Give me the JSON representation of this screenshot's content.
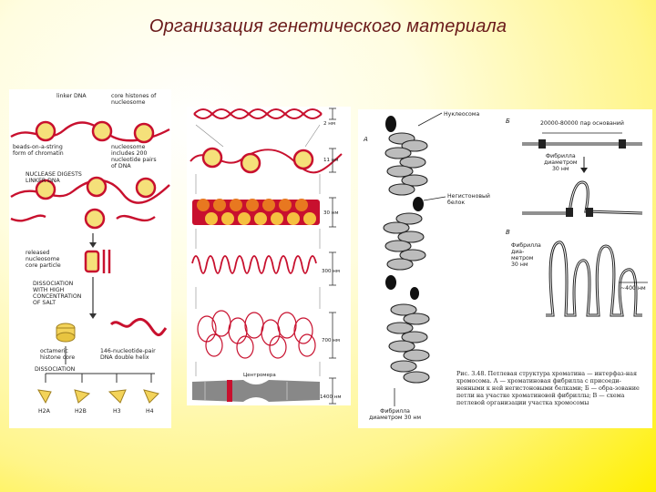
{
  "title": "Организация генетического материала",
  "left_panel": {
    "labels": {
      "linker_dna": "linker DNA",
      "core_histones": "core histones of\nnucleosome",
      "beads_on_string": "beads-on-a-string\nform of chromatin",
      "nucleosome_200": "nucleosome\nincludes 200\nnucleotide pairs\nof DNA",
      "nuclease": "NUCLEASE DIGESTS\nLINKER DNA",
      "released": "released\nnucleosome\ncore particle",
      "dissociation_salt": "DISSOCIATION\nWITH HIGH\nCONCENTRATION\nOF SALT",
      "octameric": "octameric\nhistone core",
      "bp_dna": "146-nucleotide-pair\nDNA double helix",
      "dissociation": "DISSOCIATION",
      "h2a": "H2A",
      "h2b": "H2B",
      "h3": "H3",
      "h4": "H4"
    }
  },
  "mid_panel": {
    "scale_labels": [
      "2 нм",
      "11 нм",
      "30 нм",
      "300 нм",
      "700 нм",
      "1400 нм"
    ],
    "centromere": "Центромера"
  },
  "right_panel": {
    "labels": {
      "a": "А",
      "b": "Б",
      "v": "В",
      "nucleosome": "Нуклеосома",
      "nonhistone": "Негистоновый\nбелок",
      "pairs": "20000-80000 пар оснований",
      "fibril_30_top": "Фибрилла\nдиаметром\n30 нм",
      "fibril_30_mid": "Фибрилла\nдиа-\nметром\n30 нм",
      "fibril_bottom": "Фибрилла\nдиаметром 30 нм",
      "loop_400": "~400 нм"
    },
    "caption": "Рис. 3.48. Петлевая структура хроматина — интерфаз-ная хромосома. А — хроматиновая фибрилла с присоеди-ненными к ней негистоновыми белками; Б — обра-зование петли на участке хроматиновой фибриллы; В — схема петлевой организации участка хромосомы"
  }
}
